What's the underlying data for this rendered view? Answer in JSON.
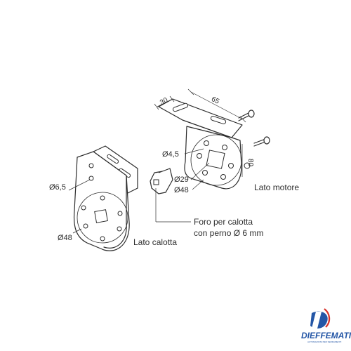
{
  "dimensions": {
    "width_30": "30",
    "width_65": "65",
    "height_80": "80",
    "hole_4_5": "Ø4,5",
    "hole_29": "Ø29",
    "hole_48_right": "Ø48",
    "hole_6_5": "Ø6,5",
    "hole_48_left": "Ø48"
  },
  "labels": {
    "lato_motore": "Lato motore",
    "lato_calotta": "Lato calotta",
    "foro_line1": "Foro per calotta",
    "foro_line2": "con perno Ø 6 mm"
  },
  "logo": {
    "brand": "DIEFFEMATIC",
    "tagline": "AUTOMAZIONI PER SERRAMENTI",
    "colors": {
      "blue": "#2456a6",
      "red": "#d8332b"
    }
  }
}
